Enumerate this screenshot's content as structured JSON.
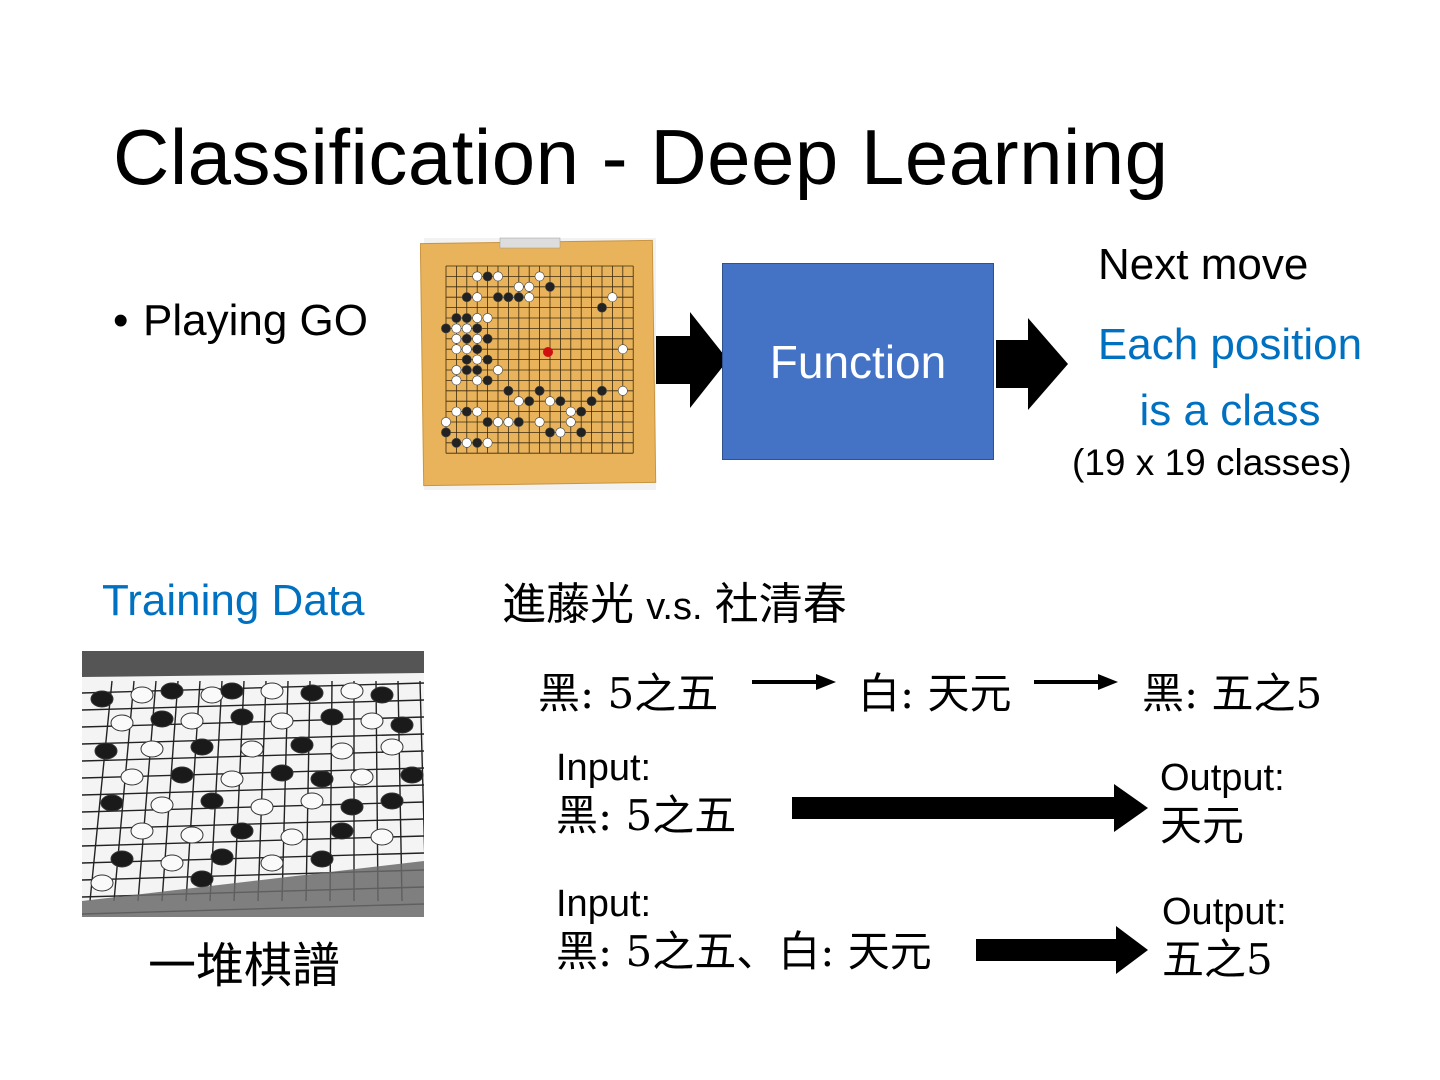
{
  "slide": {
    "title": "Classification - Deep Learning",
    "bullet": "Playing GO",
    "function_label": "Function",
    "next_move": "Next move",
    "each_position_line1": "Each position",
    "each_position_line2": "is a class",
    "classes_note": "(19 x 19 classes)",
    "training_data_label": "Training Data",
    "pile_label": "一堆棋譜",
    "matchup": {
      "player1": "進藤光",
      "vs": "v.s.",
      "player2": "社清春"
    },
    "sequence": [
      {
        "prefix": "黑: ",
        "move": "5之五"
      },
      {
        "prefix": "白: ",
        "move": "天元"
      },
      {
        "prefix": "黑: ",
        "move": "五之5"
      }
    ],
    "examples": [
      {
        "input_label": "Input:",
        "input_value": "黑: 5之五",
        "output_label": "Output:",
        "output_value": "天元"
      },
      {
        "input_label": "Input:",
        "input_value": "黑: 5之五、白: 天元",
        "output_label": "Output:",
        "output_value": "五之5"
      }
    ]
  },
  "colors": {
    "accent_blue": "#0070c0",
    "function_box": "#4472c4",
    "board_wood": "#e8b35a"
  },
  "icons": {
    "go_board": "go-board-screenshot-icon",
    "board_photo": "go-board-photo-icon"
  }
}
